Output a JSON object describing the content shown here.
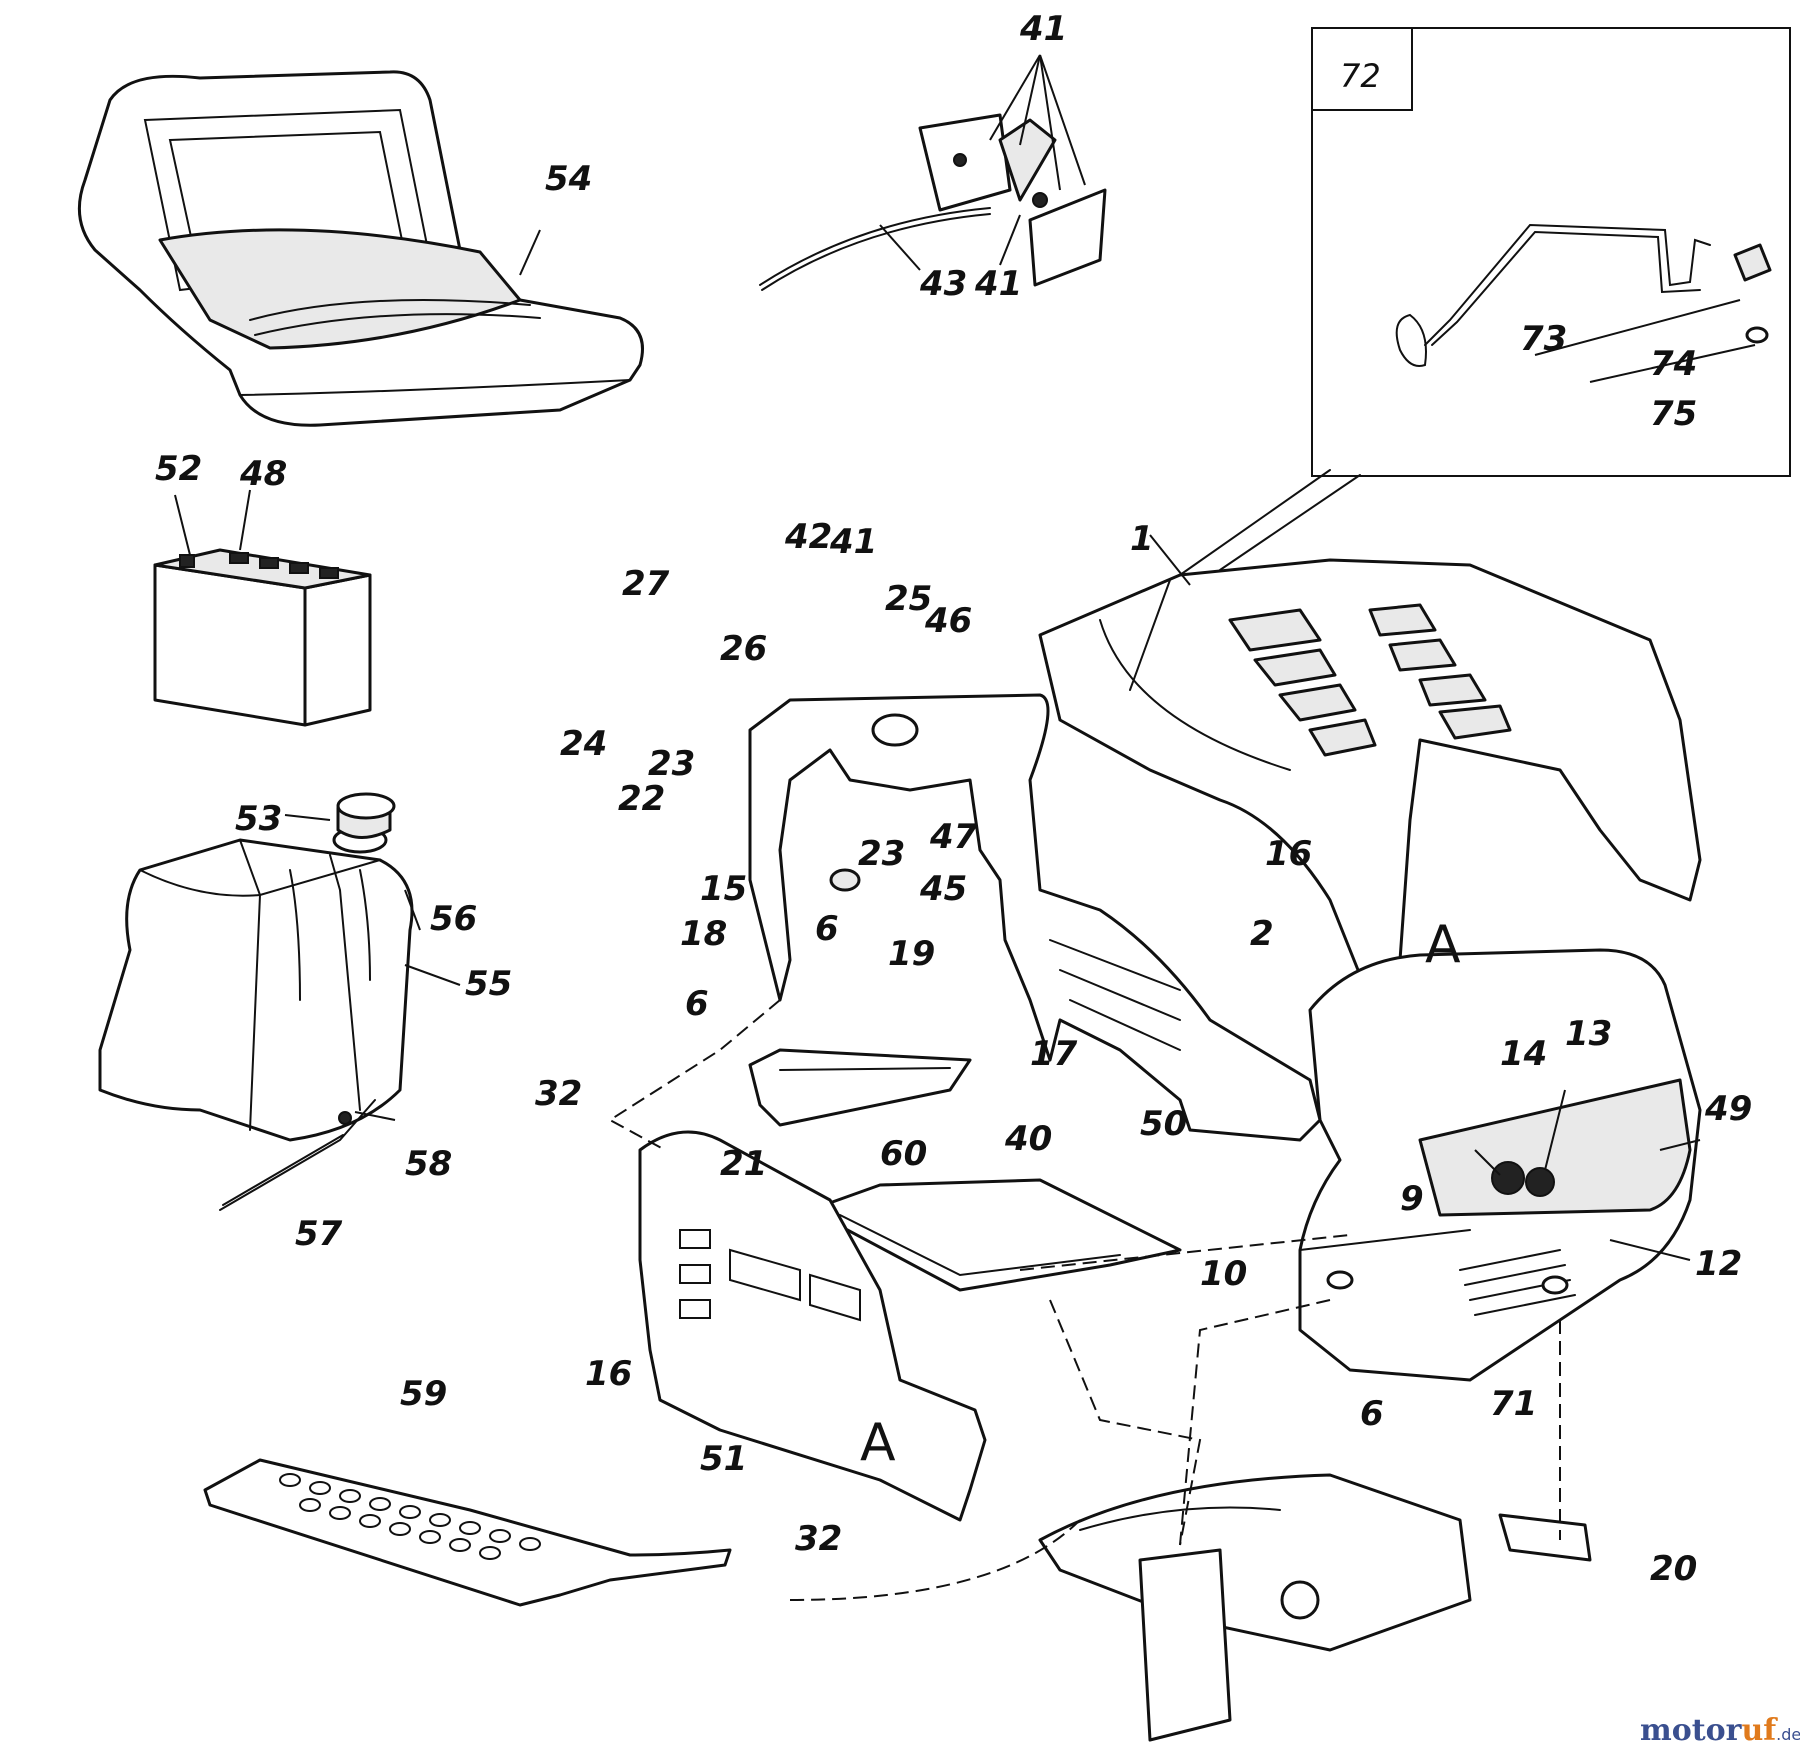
{
  "labels": {
    "p1": "1",
    "p2": "2",
    "p6a": "6",
    "p6b": "6",
    "p6c": "6",
    "p9": "9",
    "p10": "10",
    "p12": "12",
    "p13": "13",
    "p14": "14",
    "p15": "15",
    "p16a": "16",
    "p16b": "16",
    "p17": "17",
    "p18": "18",
    "p19": "19",
    "p20": "20",
    "p21": "21",
    "p22": "22",
    "p23a": "23",
    "p23b": "23",
    "p24": "24",
    "p25": "25",
    "p26": "26",
    "p27": "27",
    "p32a": "32",
    "p32b": "32",
    "p40": "40",
    "p41a": "41",
    "p41b": "41",
    "p41c": "41",
    "p42": "42",
    "p43": "43",
    "p45": "45",
    "p46": "46",
    "p47": "47",
    "p48": "48",
    "p49": "49",
    "p50": "50",
    "p51": "51",
    "p52": "52",
    "p53": "53",
    "p54": "54",
    "p55": "55",
    "p56": "56",
    "p57": "57",
    "p58": "58",
    "p59": "59",
    "p60": "60",
    "p71": "71",
    "p72": "72",
    "p73": "73",
    "p74": "74",
    "p75": "75",
    "refA1": "A",
    "refA2": "A"
  },
  "watermark": {
    "part1": "motor",
    "part2": "uf",
    "part3": ".de"
  }
}
